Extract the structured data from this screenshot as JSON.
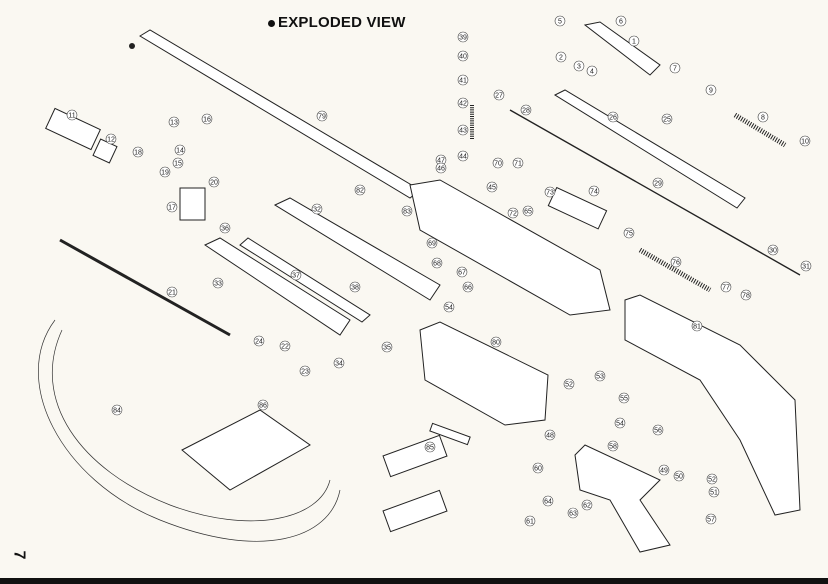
{
  "page": {
    "title": "EXPLODED VIEW",
    "page_number": "7"
  },
  "callouts": [
    "11",
    "12",
    "18",
    "19",
    "13",
    "16",
    "14",
    "15",
    "20",
    "17",
    "79",
    "82",
    "83",
    "32",
    "36",
    "37",
    "33",
    "21",
    "38",
    "35",
    "24",
    "22",
    "23",
    "34",
    "54",
    "80",
    "81",
    "84",
    "86",
    "85",
    "39",
    "40",
    "41",
    "42",
    "43",
    "44",
    "47",
    "46",
    "45",
    "70",
    "71",
    "72",
    "65",
    "69",
    "68",
    "67",
    "66",
    "27",
    "28",
    "26",
    "25",
    "73",
    "74",
    "29",
    "75",
    "76",
    "77",
    "78",
    "30",
    "31",
    "5",
    "6",
    "1",
    "2",
    "3",
    "4",
    "7",
    "9",
    "8",
    "10",
    "52",
    "53",
    "55",
    "56",
    "48",
    "54",
    "58",
    "60",
    "64",
    "63",
    "62",
    "61",
    "49",
    "50",
    "52",
    "51",
    "57"
  ],
  "colors": {
    "paper": "#faf8f2",
    "ink": "#222222"
  }
}
